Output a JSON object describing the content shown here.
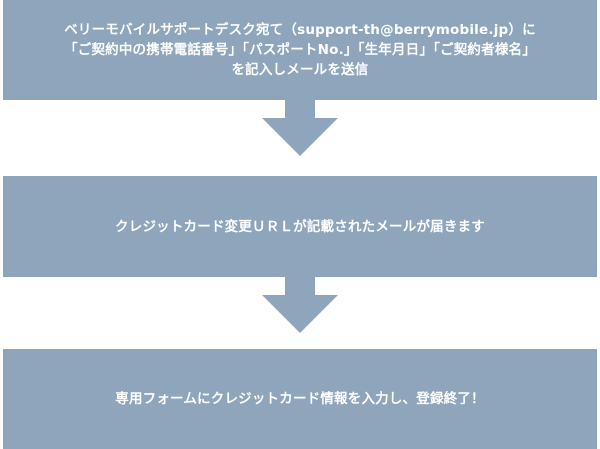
{
  "steps": [
    {
      "lines": [
        "ベリーモバイルサポートデスク宛て（support-th@berrymobile.jp）に",
        "「ご契約中の携帯電話番号」「パスポートNo.」「生年月日」「ご契約者様名」",
        "を記入しメールを送信"
      ]
    },
    {
      "lines": [
        "クレジットカード変更ＵＲＬが記載されたメールが届きます"
      ]
    },
    {
      "lines": [
        "専用フォームにクレジットカード情報を入力し、登録終了！"
      ]
    }
  ],
  "colors": {
    "box": "#8ea5bb",
    "arrow": "#8ea5bb",
    "text": "#ffffff"
  }
}
